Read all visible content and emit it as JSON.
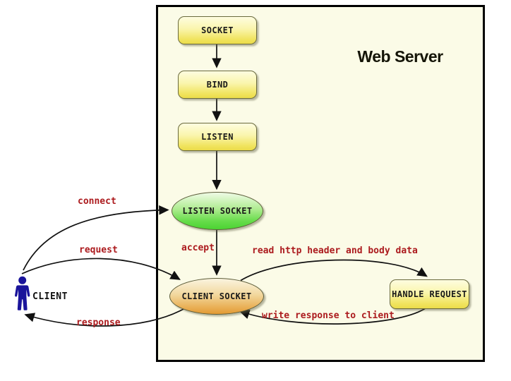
{
  "diagram": {
    "title": "Web Server",
    "nodes": {
      "socket": "SOCKET",
      "bind": "BIND",
      "listen": "LISTEN",
      "listen_socket": "LISTEN SOCKET",
      "client_socket": "CLIENT SOCKET",
      "handle_request": "HANDLE REQUEST"
    },
    "actor": "CLIENT",
    "edges": {
      "connect": "connect",
      "request": "request",
      "response": "response",
      "accept": "accept",
      "read_http": "read http header and body data",
      "write_response": "write response to client"
    },
    "colors": {
      "server_background": "#FBFBE7",
      "server_border": "#000000",
      "node_yellow": "#F0E35C",
      "node_green": "#4ED636",
      "node_orange": "#E8A63C",
      "node_border": "#6A6A3D",
      "edge_label_red": "#AC1B1E",
      "actor_blue": "#1A149B",
      "arrow_black": "#111111"
    }
  }
}
